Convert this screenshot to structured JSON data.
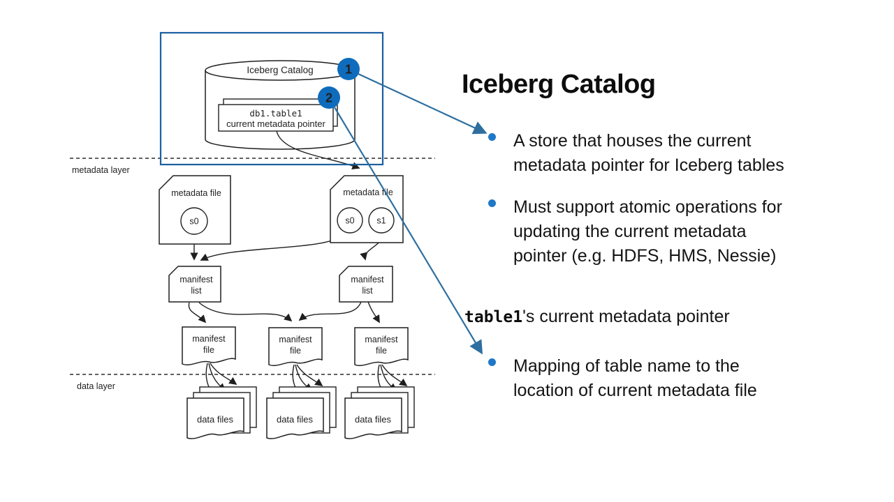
{
  "colors": {
    "badge_blue": "#0f6cbd",
    "selection_box_blue": "#1b5fa0",
    "arrow_blue": "#2e6f9f",
    "bullet_dot_blue": "#1f78c8",
    "diagram_ink": "#1f1f1f",
    "code_gray": "#8a8a8a"
  },
  "diagram": {
    "catalog_label": "Iceberg Catalog",
    "card": {
      "line1": "db1.table1",
      "line2": "current metadata pointer"
    },
    "badge1": "1",
    "badge2": "2",
    "metadata_layer_label": "metadata layer",
    "data_layer_label": "data layer",
    "metadata_file": {
      "title": "metadata file",
      "s0": "s0",
      "s1": "s1"
    },
    "manifest_list": {
      "line1": "manifest",
      "line2": "list"
    },
    "manifest_file": {
      "line1": "manifest",
      "line2": "file"
    },
    "data_files_label": "data files"
  },
  "panel": {
    "title": "Iceberg Catalog",
    "bullet1": "A store that houses the current\nmetadata pointer for Iceberg tables",
    "bullet2": "Must support atomic operations for\nupdating the current metadata\npointer (e.g. HDFS, HMS, Nessie)",
    "subtitle_code": "table1",
    "subtitle_rest": "'s current metadata pointer",
    "bullet3": "Mapping of table name to the\nlocation of current metadata file"
  }
}
